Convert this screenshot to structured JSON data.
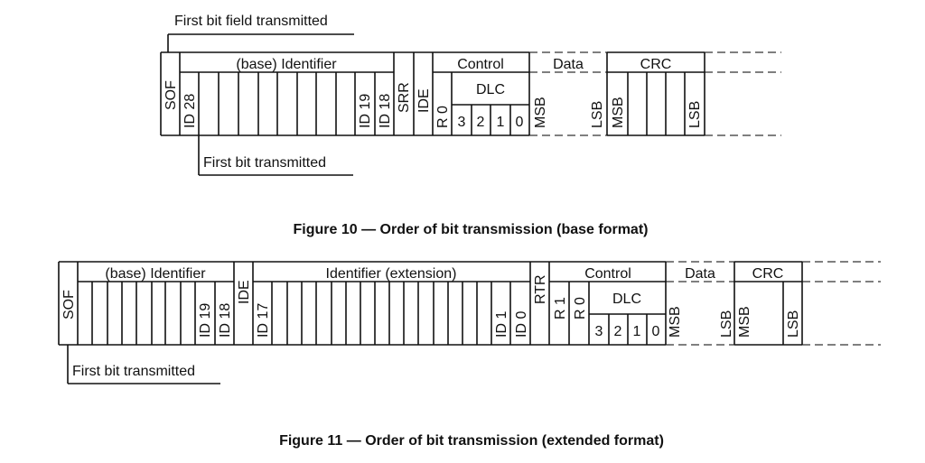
{
  "figure10": {
    "caption": "Figure 10 — Order of bit transmission (base format)",
    "annotation_top": "First bit field transmitted",
    "annotation_bottom": "First bit transmitted",
    "fields": {
      "sof": "SOF",
      "base_identifier": "(base) Identifier",
      "id_first": "ID 28",
      "id_19": "ID 19",
      "id_18": "ID 18",
      "srr": "SRR",
      "ide": "IDE",
      "control": "Control",
      "r0": "R 0",
      "dlc": "DLC",
      "dlc_bits": [
        "3",
        "2",
        "1",
        "0"
      ],
      "data": "Data",
      "data_msb": "MSB",
      "data_lsb": "LSB",
      "crc": "CRC",
      "crc_msb": "MSB",
      "crc_lsb": "LSB"
    }
  },
  "figure11": {
    "caption": "Figure 11 — Order of bit transmission (extended format)",
    "annotation_bottom": "First bit transmitted",
    "fields": {
      "sof": "SOF",
      "base_identifier": "(base) Identifier",
      "id_19": "ID 19",
      "id_18": "ID 18",
      "ide": "IDE",
      "ext_identifier": "Identifier (extension)",
      "id_17": "ID 17",
      "id_1": "ID 1",
      "id_0": "ID 0",
      "rtr": "RTR",
      "control": "Control",
      "r1": "R 1",
      "r0": "R 0",
      "dlc": "DLC",
      "dlc_bits": [
        "3",
        "2",
        "1",
        "0"
      ],
      "data": "Data",
      "data_msb": "MSB",
      "data_lsb": "LSB",
      "crc": "CRC",
      "crc_msb": "MSB",
      "crc_lsb": "LSB"
    }
  }
}
